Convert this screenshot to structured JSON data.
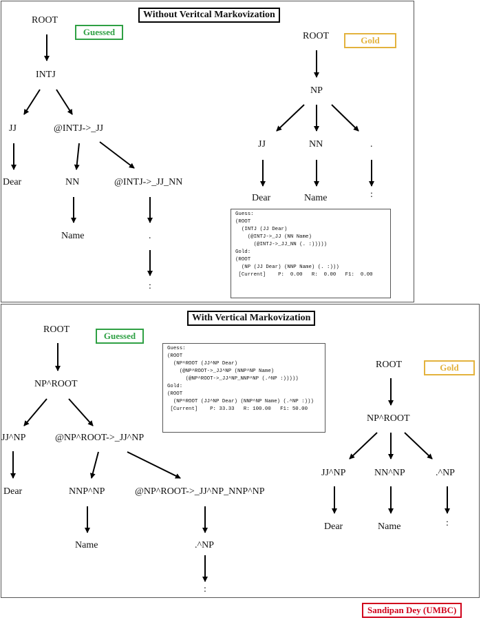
{
  "top": {
    "title": "Without Veritcal Markovization",
    "guessed_label": "Guessed",
    "gold_label": "Gold",
    "guessed_tree": {
      "root": "ROOT",
      "intj": "INTJ",
      "jj": "JJ",
      "intj_jj": "@INTJ->_JJ",
      "dear": "Dear",
      "nn": "NN",
      "intj_jj_nn": "@INTJ->_JJ_NN",
      "name": "Name",
      "dot": ".",
      "colon": ":"
    },
    "gold_tree": {
      "root": "ROOT",
      "np": "NP",
      "jj": "JJ",
      "nn": "NN",
      "dot": ".",
      "dear": "Dear",
      "name": "Name",
      "colon": ":"
    },
    "code_lines": [
      "Guess:",
      "(ROOT",
      "  (INTJ (JJ Dear)",
      "    (@INTJ->_JJ (NN Name)",
      "      (@INTJ->_JJ_NN (. :)))))",
      "",
      "Gold:",
      "(ROOT",
      "  (NP (JJ Dear) (NNP Name) (. :)))",
      "",
      " [Current]    P:  0.00   R:  0.00   F1:  0.00"
    ]
  },
  "bottom": {
    "title": "With Vertical Markovization",
    "guessed_label": "Guessed",
    "gold_label": "Gold",
    "guessed_tree": {
      "root": "ROOT",
      "np_root": "NP^ROOT",
      "jj_np": "JJ^NP",
      "np_root_jj": "@NP^ROOT->_JJ^NP",
      "dear": "Dear",
      "nnp_np": "NNP^NP",
      "np_root_jj_nnp": "@NP^ROOT->_JJ^NP_NNP^NP",
      "name": "Name",
      "dot_np": ".^NP",
      "colon": ":"
    },
    "gold_tree": {
      "root": "ROOT",
      "np_root": "NP^ROOT",
      "jj_np": "JJ^NP",
      "nn_np": "NN^NP",
      "dot_np": ".^NP",
      "dear": "Dear",
      "name": "Name",
      "colon": ":"
    },
    "code_lines": [
      "Guess:",
      "(ROOT",
      "  (NP^ROOT (JJ^NP Dear)",
      "    (@NP^ROOT->_JJ^NP (NNP^NP Name)",
      "      (@NP^ROOT->_JJ^NP_NNP^NP (.^NP :)))))",
      "",
      "Gold:",
      "(ROOT",
      "  (NP^ROOT (JJ^NP Dear) (NNP^NP Name) (.^NP :)))",
      "",
      " [Current]    P: 33.33   R: 100.00   F1: 50.00"
    ]
  },
  "signature": "Sandipan Dey (UMBC)"
}
